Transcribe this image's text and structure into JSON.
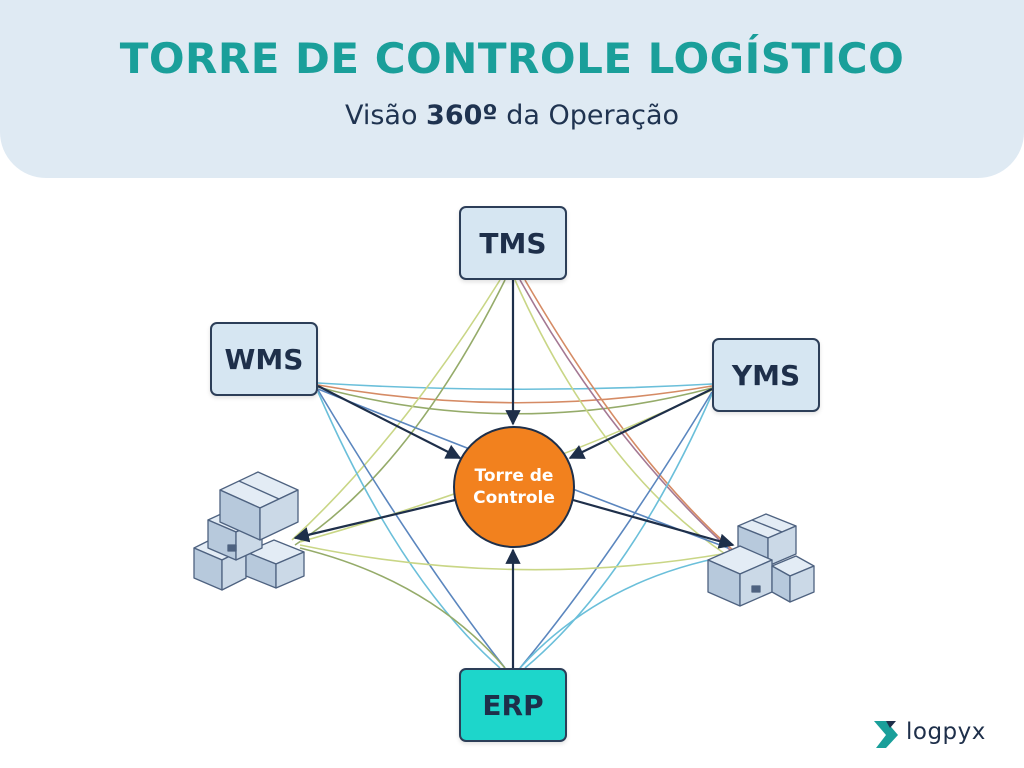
{
  "header": {
    "title": "TORRE DE CONTROLE LOGÍSTICO",
    "subtitle_pre": "Visão ",
    "subtitle_bold": "360º",
    "subtitle_post": " da Operação"
  },
  "nodes": {
    "tms": "TMS",
    "wms": "WMS",
    "yms": "YMS",
    "erp": "ERP"
  },
  "center": {
    "line1": "Torre de",
    "line2": "Controle"
  },
  "logo": {
    "text": "logpyx"
  },
  "colors": {
    "title": "#1a9f9a",
    "node_fill": "#d6e6f2",
    "erp_fill": "#1dd6cb",
    "center_fill": "#f2811e",
    "arrow": "#1e2f4a",
    "links": [
      "#c4d27a",
      "#d17f55",
      "#4a7ab8",
      "#5bb9d6",
      "#8aa35a",
      "#9b6a88"
    ]
  }
}
